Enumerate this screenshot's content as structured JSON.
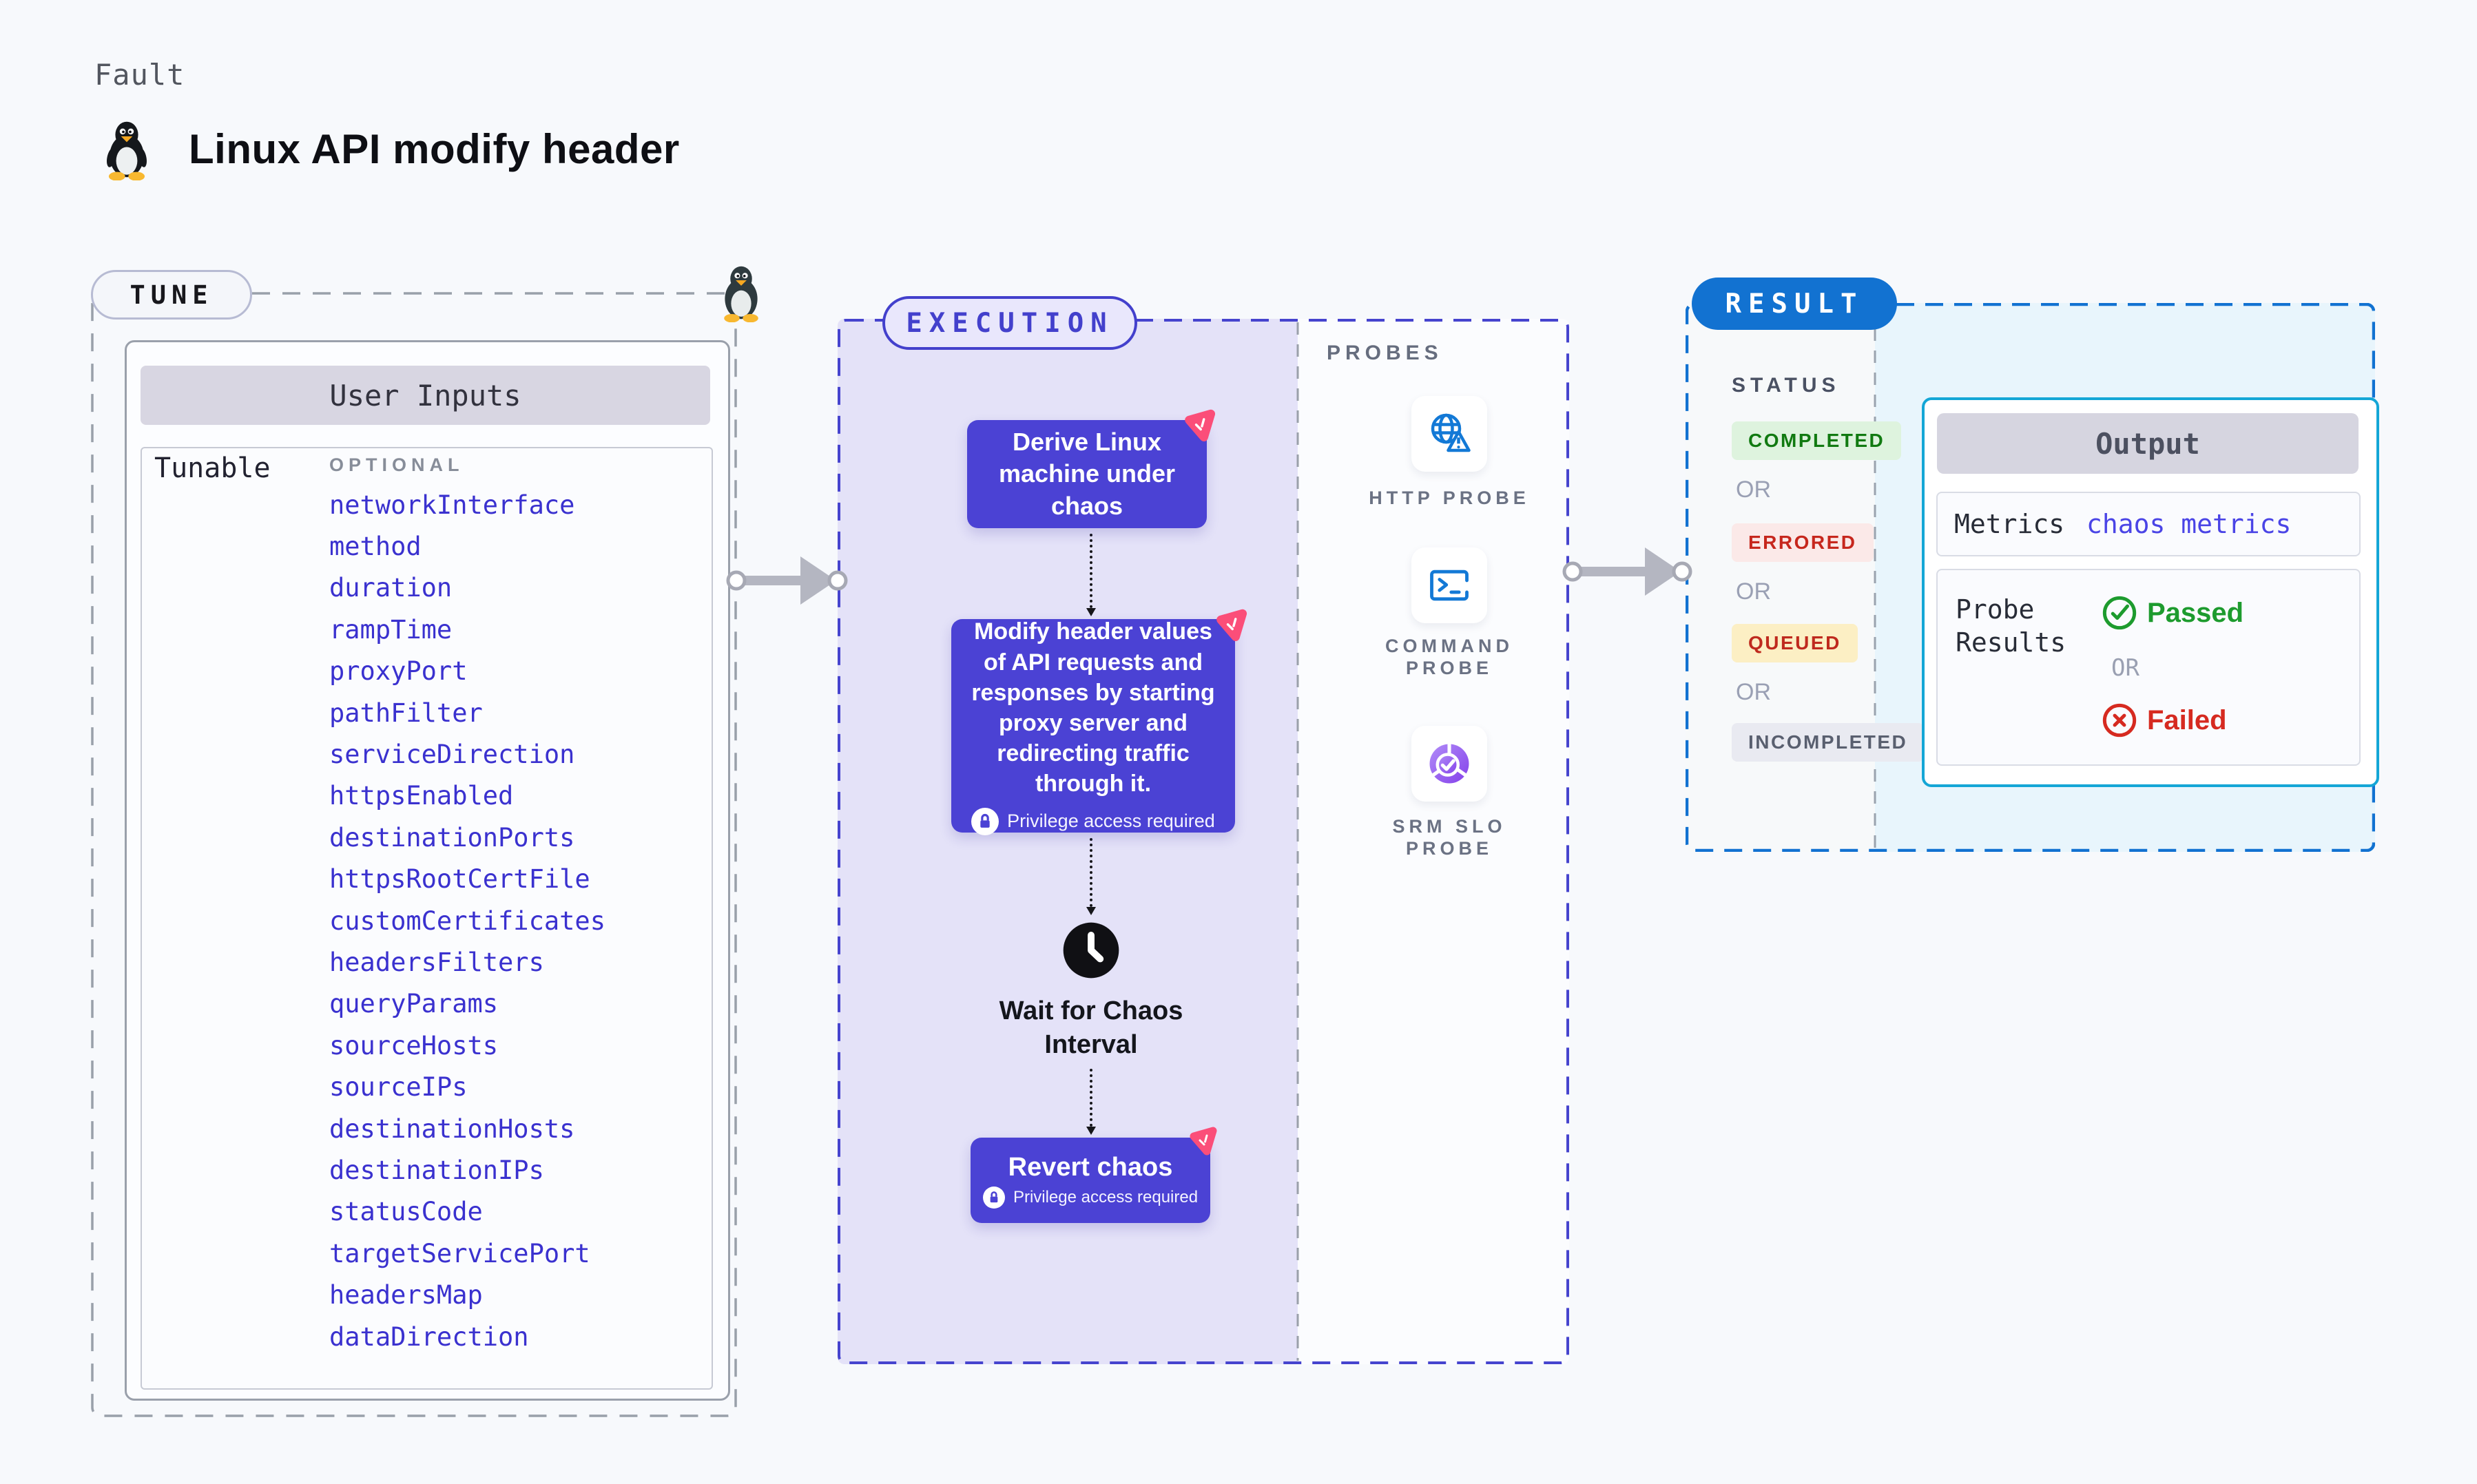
{
  "header": {
    "eyebrow": "Fault",
    "title": "Linux API modify header",
    "platform_icon": "tux-penguin-icon"
  },
  "tune": {
    "badge": "TUNE",
    "panel_title": "User Inputs",
    "row_label": "Tunable",
    "column_label": "OPTIONAL",
    "tunables": [
      "networkInterface",
      "method",
      "duration",
      "rampTime",
      "proxyPort",
      "pathFilter",
      "serviceDirection",
      "httpsEnabled",
      "destinationPorts",
      "httpsRootCertFile",
      "customCertificates",
      "headersFilters",
      "queryParams",
      "sourceHosts",
      "sourceIPs",
      "destinationHosts",
      "destinationIPs",
      "statusCode",
      "targetServicePort",
      "headersMap",
      "dataDirection"
    ]
  },
  "execution": {
    "badge": "EXECUTION",
    "privilege_note": "Privilege access required",
    "steps": [
      {
        "id": "derive",
        "label": "Derive Linux machine under chaos",
        "privilege": false
      },
      {
        "id": "modify",
        "label": "Modify header values of API requests and responses by starting proxy server and redirecting traffic through it.",
        "privilege": true
      },
      {
        "id": "wait",
        "label": "Wait for Chaos Interval",
        "privilege": false
      },
      {
        "id": "revert",
        "label": "Revert chaos",
        "privilege": true
      }
    ]
  },
  "probes": {
    "label": "PROBES",
    "items": [
      {
        "label": "HTTP PROBE",
        "icon": "globe-alert-icon"
      },
      {
        "label": "COMMAND PROBE",
        "icon": "terminal-icon"
      },
      {
        "label": "SRM SLO PROBE",
        "icon": "slo-pie-check-icon"
      }
    ]
  },
  "result": {
    "badge": "RESULT",
    "status_label": "STATUS",
    "or": "OR",
    "statuses": [
      {
        "label": "COMPLETED",
        "text_color": "#117a11",
        "bg_color": "#def3de"
      },
      {
        "label": "ERRORED",
        "text_color": "#c6271d",
        "bg_color": "#fbe9e8"
      },
      {
        "label": "QUEUED",
        "text_color": "#bf2a1e",
        "bg_color": "#fcefc4"
      },
      {
        "label": "INCOMPLETED",
        "text_color": "#595f6f",
        "bg_color": "#e9eaf1"
      }
    ],
    "output": {
      "title": "Output",
      "metrics_label": "Metrics",
      "metrics_value": "chaos metrics",
      "probe_results_label": "Probe Results",
      "passed_label": "Passed",
      "or": "OR",
      "failed_label": "Failed"
    }
  },
  "colors": {
    "accent_indigo": "#4b42d4",
    "execution_fill": "#e4e2f8",
    "dashed_indigo": "#4644ce",
    "dashed_gray": "#9aa0aa",
    "result_blue": "#1272d1",
    "result_fill": "#e8f5fc",
    "probe_icon_blue": "#1379d6",
    "chaos_pink": "#fb4e79",
    "tunable_link": "#3a31cf",
    "passed_green": "#1d9b2e",
    "failed_red": "#d62a20"
  }
}
